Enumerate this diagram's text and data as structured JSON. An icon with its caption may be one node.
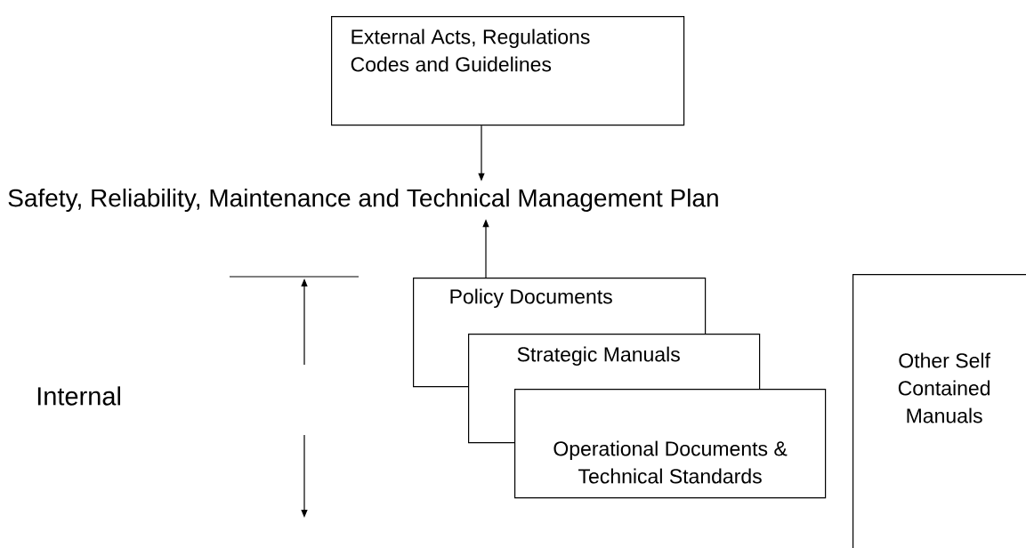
{
  "diagram": {
    "nodes": [
      {
        "text": [
          "External Acts, Regulations Codes and Guidelines"
        ]
      },
      {
        "text": [
          "Safety, Reliability, Maintenance and Technical Management Plan"
        ]
      },
      {
        "text": [
          "Policy Documents"
        ]
      },
      {
        "text": [
          "Strategic Manuals"
        ]
      },
      {
        "text": [
          "Operational Documents & Technical Standards"
        ]
      },
      {
        "text": [
          "Other Self Contained Manuals"
        ]
      }
    ],
    "edges": [
      {
        "from": 0,
        "to": 1,
        "arrow": "to"
      },
      {
        "from": 2,
        "to": 1,
        "arrow": "to"
      }
    ],
    "labels": [
      "Internal"
    ]
  }
}
